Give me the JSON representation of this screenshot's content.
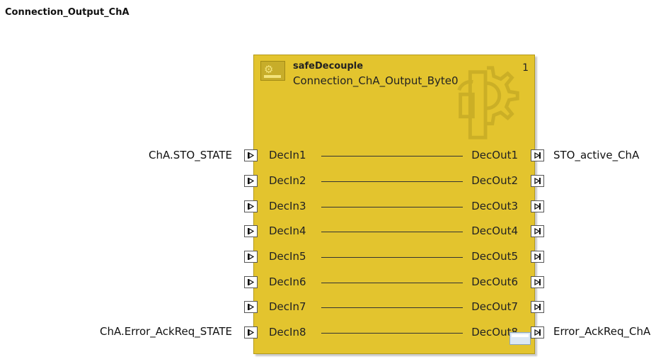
{
  "network_title": "Connection_Output_ChA",
  "block": {
    "type": "safeDecouple",
    "name": "Connection_ChA_Output_Byte0",
    "number": "1",
    "icon": "safety-function-block-icon",
    "watermark": "safety-gear-watermark-icon",
    "color": "#e3c42e"
  },
  "pins": [
    {
      "in": "DecIn1",
      "out": "DecOut1",
      "in_connection": "ChA.STO_STATE",
      "out_connection": "STO_active_ChA"
    },
    {
      "in": "DecIn2",
      "out": "DecOut2",
      "in_connection": "",
      "out_connection": ""
    },
    {
      "in": "DecIn3",
      "out": "DecOut3",
      "in_connection": "",
      "out_connection": ""
    },
    {
      "in": "DecIn4",
      "out": "DecOut4",
      "in_connection": "",
      "out_connection": ""
    },
    {
      "in": "DecIn5",
      "out": "DecOut5",
      "in_connection": "",
      "out_connection": ""
    },
    {
      "in": "DecIn6",
      "out": "DecOut6",
      "in_connection": "",
      "out_connection": ""
    },
    {
      "in": "DecIn7",
      "out": "DecOut7",
      "in_connection": "",
      "out_connection": ""
    },
    {
      "in": "DecIn8",
      "out": "DecOut8",
      "in_connection": "ChA.Error_AckReq_STATE",
      "out_connection": "Error_AckReq_ChA"
    }
  ]
}
